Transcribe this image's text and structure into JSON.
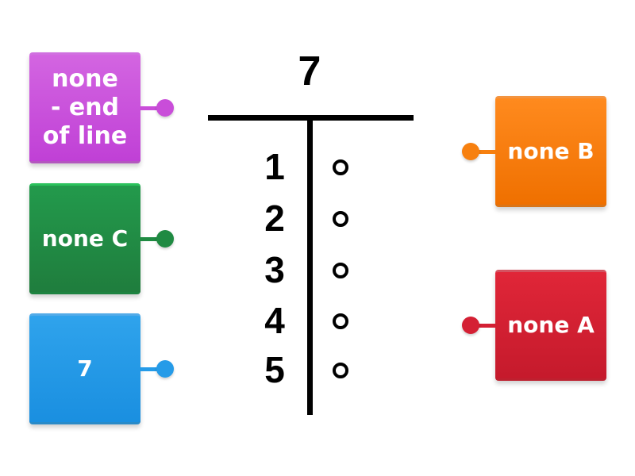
{
  "stem_leaf": {
    "stem_value": "7",
    "rows": [
      {
        "leaf_label": "1"
      },
      {
        "leaf_label": "2"
      },
      {
        "leaf_label": "3"
      },
      {
        "leaf_label": "4"
      },
      {
        "leaf_label": "5"
      }
    ]
  },
  "cards": {
    "left": [
      {
        "label": "none\n- end\nof line",
        "color": "#c94dd9"
      },
      {
        "label": "none C",
        "color": "#1f8a42"
      },
      {
        "label": "7",
        "color": "#259be8"
      }
    ],
    "right": [
      {
        "label": "none B",
        "color": "#f7800f"
      },
      {
        "label": "none A",
        "color": "#d42034"
      }
    ]
  }
}
